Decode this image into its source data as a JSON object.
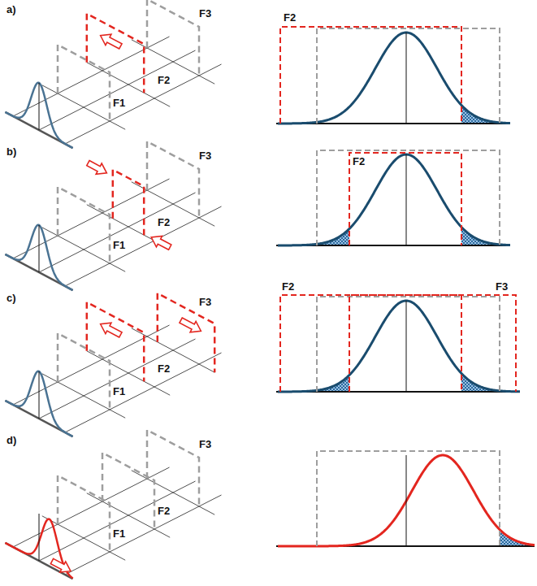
{
  "diagram": {
    "labels": [
      "a)",
      "F3",
      "F2",
      "F1",
      "F2",
      "b)",
      "F3",
      "F2",
      "F1",
      "F2",
      "c)",
      "F3",
      "F2",
      "F1",
      "F2",
      "F3",
      "d)",
      "F3",
      "F2",
      "F1"
    ]
  }
}
